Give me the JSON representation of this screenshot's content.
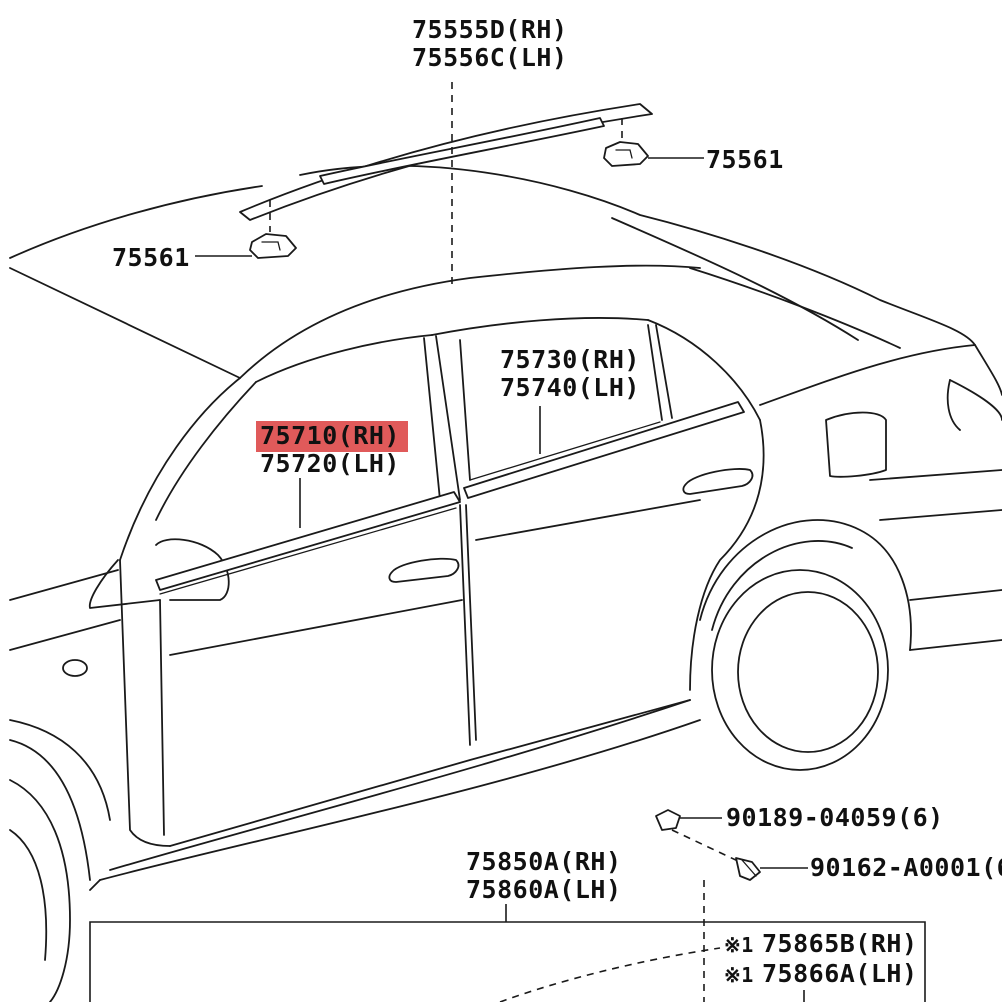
{
  "highlight_color": "#e05a5a",
  "callouts": {
    "roof_molding": {
      "rh": "75555D(RH)",
      "lh": "75556C(LH)"
    },
    "clip_right": "75561",
    "clip_left": "75561",
    "rear_belt": {
      "rh": "75730(RH)",
      "lh": "75740(LH)"
    },
    "front_belt": {
      "rh": "75710(RH)",
      "lh": "75720(LH)",
      "rh_highlighted": true
    },
    "screw": "90189-04059(6)",
    "bolt": "90162-A0001(6",
    "rocker": {
      "rh": "75850A(RH)",
      "lh": "75860A(LH)"
    },
    "rocker_sub": {
      "mark": "※1",
      "rh": "75865B(RH)",
      "lh": "75866A(LH)"
    }
  }
}
